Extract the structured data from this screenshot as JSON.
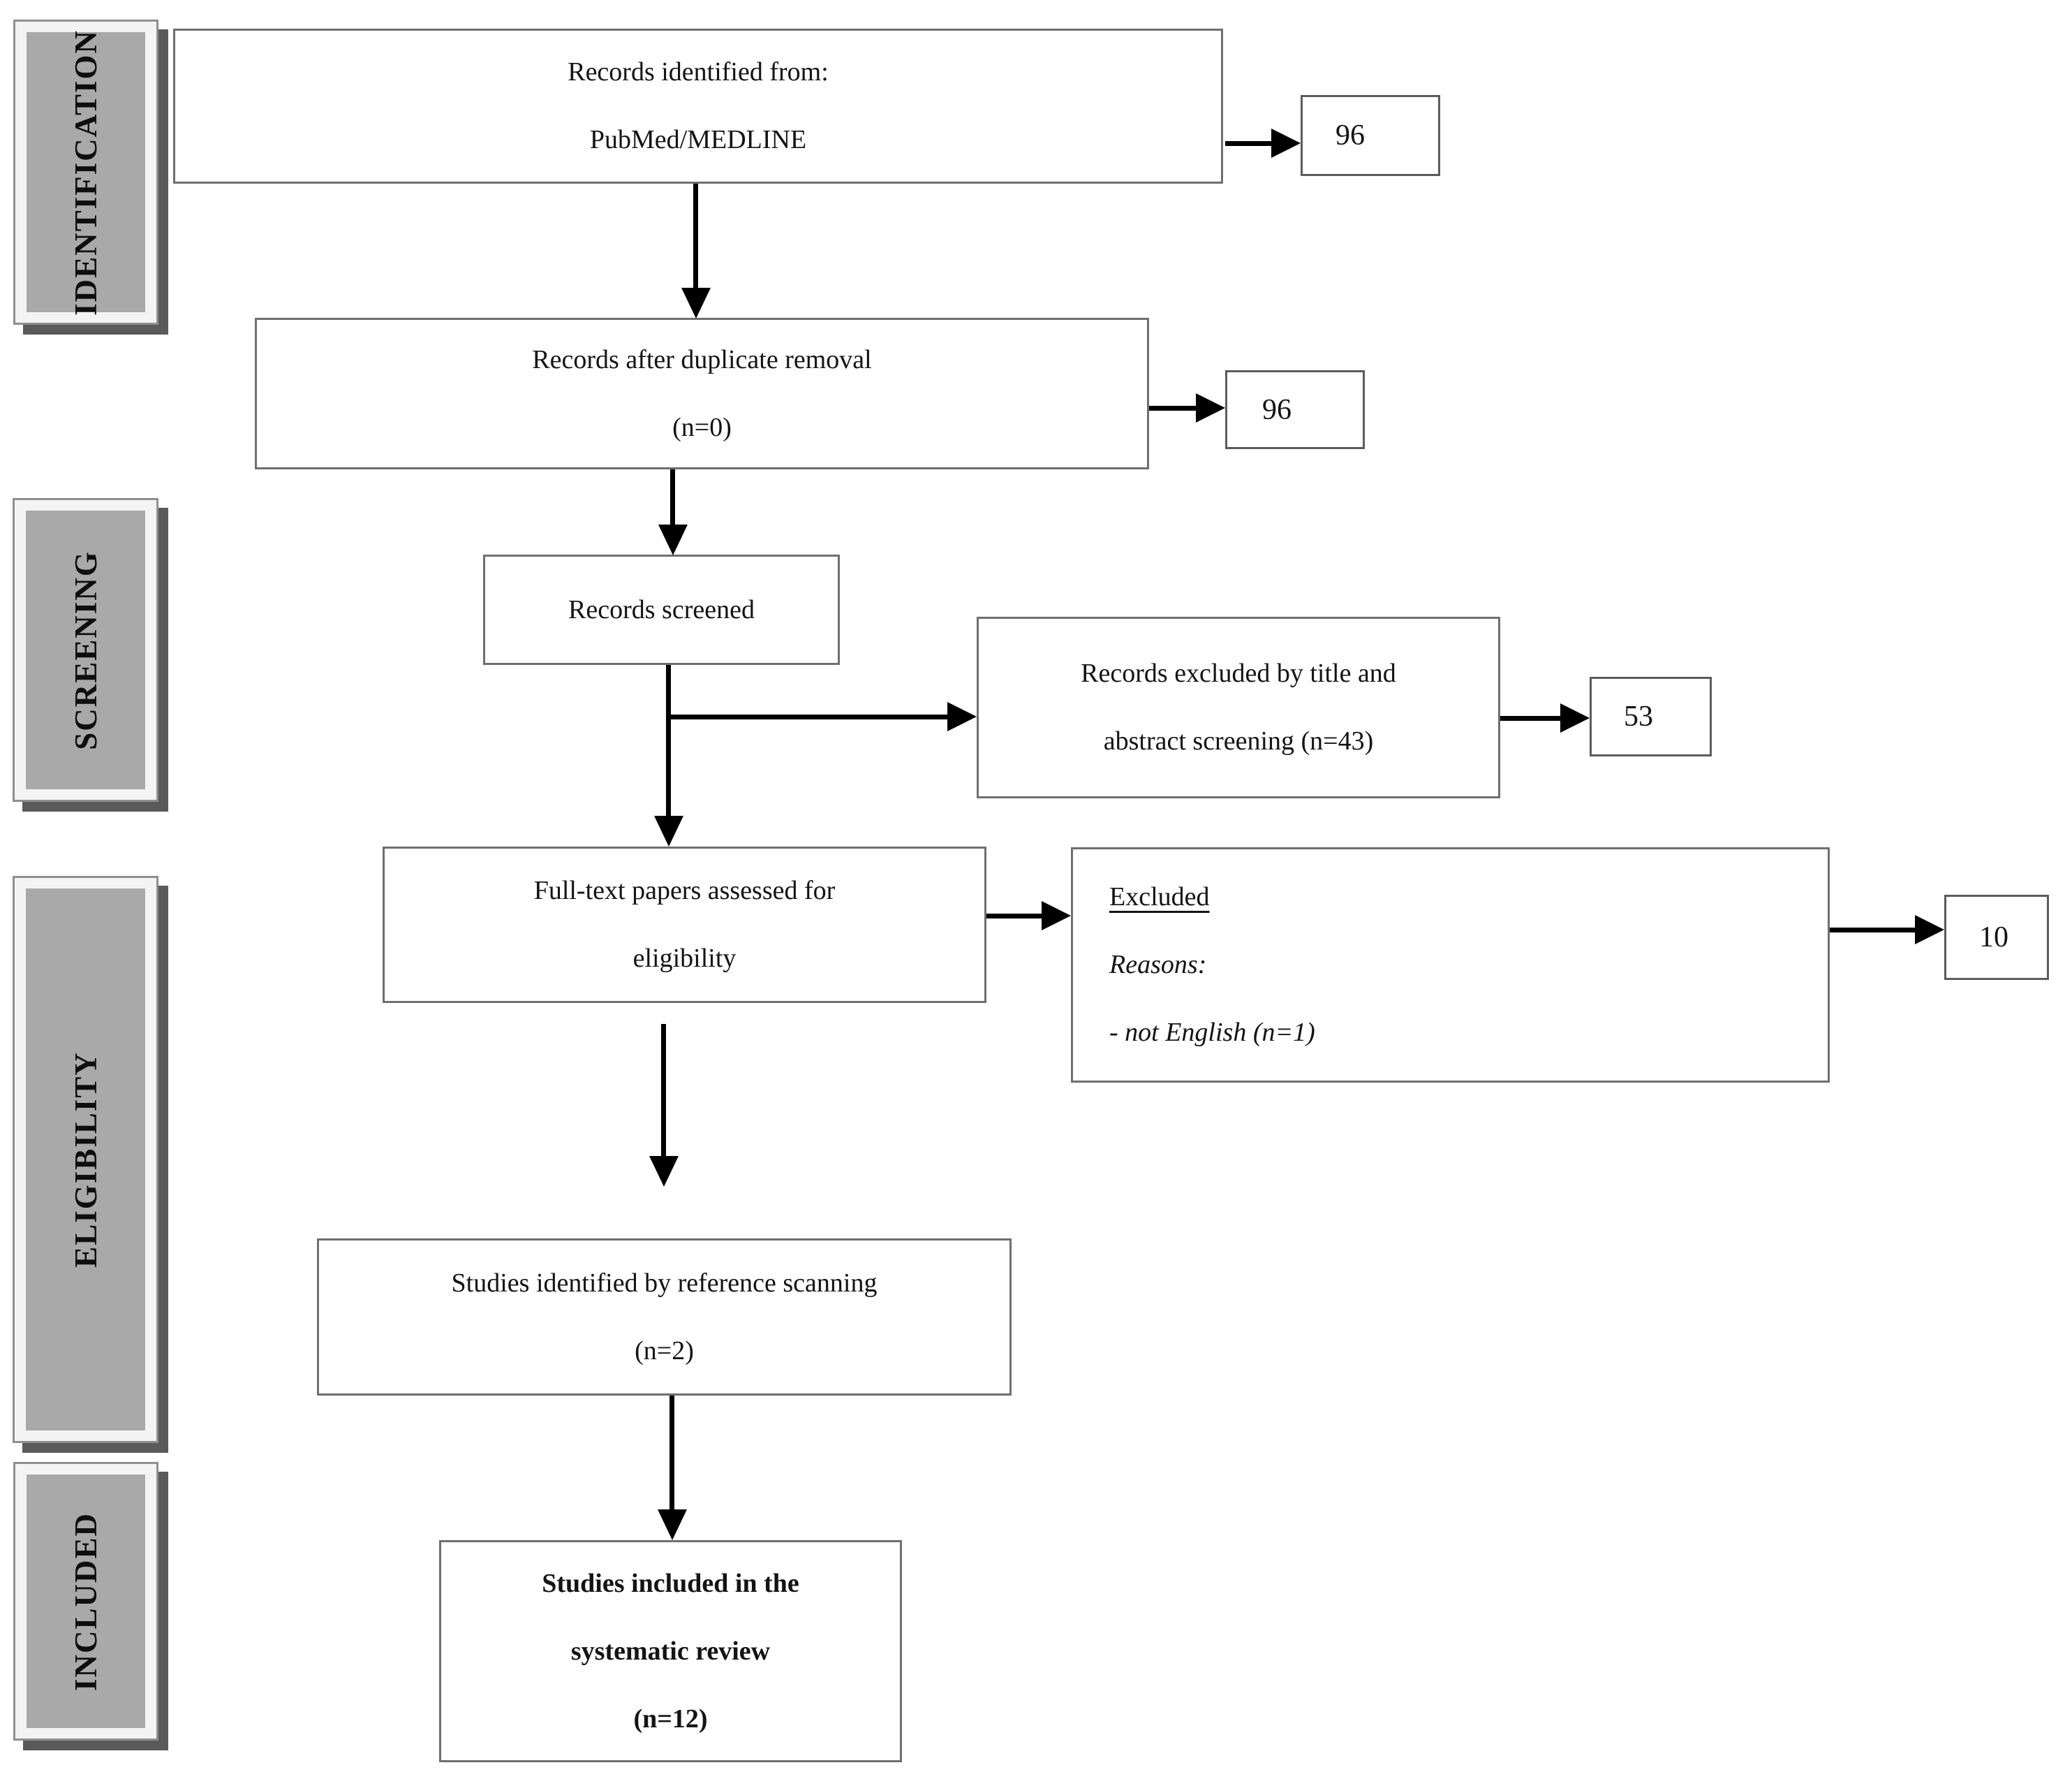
{
  "diagram": {
    "stages": [
      {
        "label": "IDENTIFICATION"
      },
      {
        "label": "SCREENING"
      },
      {
        "label": "ELIGIBILITY"
      },
      {
        "label": "INCLUDED"
      }
    ],
    "boxes": {
      "records_identified": {
        "lines": [
          "Records identified from:",
          "PubMed/MEDLINE"
        ]
      },
      "duplicate_removal": {
        "lines": [
          "Records after duplicate removal",
          "(n=0)"
        ]
      },
      "records_screened": {
        "lines": [
          "Records screened"
        ]
      },
      "records_excluded": {
        "lines": [
          "Records excluded by title and",
          "abstract screening (n=43)"
        ]
      },
      "fulltext_assessed": {
        "lines": [
          "Full-text papers assessed for",
          "eligibility"
        ]
      },
      "excluded_reasons": {
        "lines": [
          "Excluded",
          "Reasons:",
          "- not English (n=1)"
        ]
      },
      "reference_scanning": {
        "lines": [
          "Studies identified by reference scanning",
          "(n=2)"
        ]
      },
      "included_review": {
        "lines": [
          "Studies included in the",
          "systematic review",
          "(n=12)"
        ]
      }
    },
    "counts": {
      "identified": "96",
      "after_duplicate_removal": "96",
      "excluded_by_screening": "53",
      "excluded_fulltext": "10"
    },
    "colors": {
      "stage_fill": "#a9a9a9",
      "stage_shadow": "#5a5a5a",
      "box_border": "#6f6f6f",
      "arrow": "#000000"
    }
  }
}
